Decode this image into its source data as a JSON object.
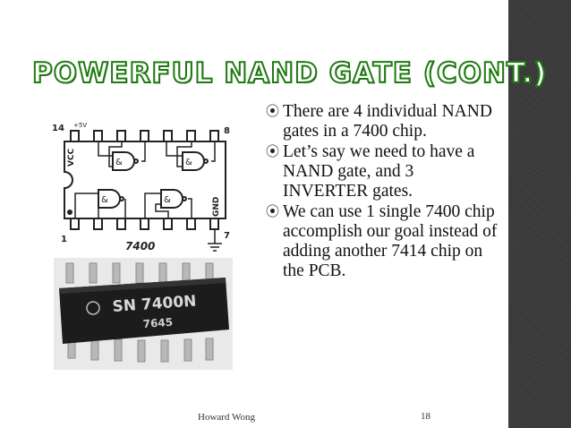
{
  "slide": {
    "title": "POWERFUL NAND GATE (CONT.)",
    "bullets": [
      "There are 4 individual NAND gates in a 7400 chip.",
      "Let’s say we need to have a NAND gate, and 3 INVERTER gates.",
      "We can use 1 single 7400 chip accomplish our goal instead of adding another 7414 chip on the PCB."
    ],
    "bullet_marker": "⦿",
    "footer": {
      "author": "Howard Wong",
      "page": "18"
    }
  },
  "diagram": {
    "pin_top_left": "14",
    "vcc_label": "+5V",
    "vcc_text": "VCC",
    "pin_top_right": "8",
    "pin_bottom_left": "1",
    "pin_bottom_right": "7",
    "gnd_text": "GND",
    "chip_label": "7400",
    "gate_symbol": "&"
  },
  "photo": {
    "marking_line1": "SN 7400N",
    "marking_line2": "7645"
  },
  "colors": {
    "title_fill": "#ffffff",
    "title_outline": "#1e7a10",
    "right_bar": "#3a3a3a"
  }
}
